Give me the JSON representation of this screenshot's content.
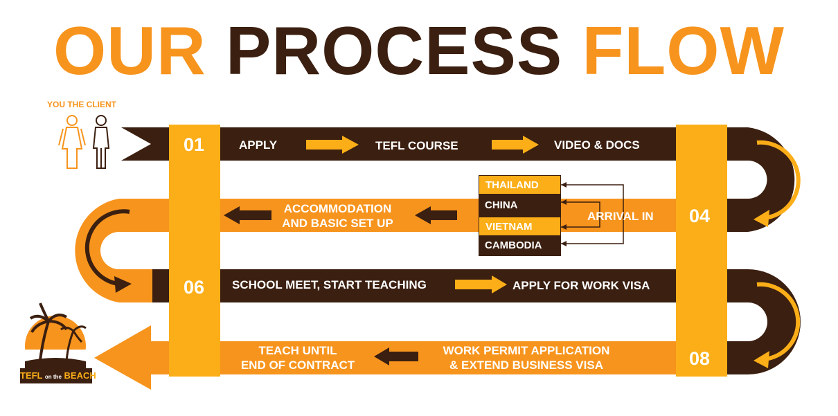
{
  "title": {
    "part1": "OUR",
    "part2": "PROCESS",
    "part3": "FLOW"
  },
  "client_label": "YOU THE CLIENT",
  "steps": {
    "step01": "01",
    "step04": "04",
    "step06": "06",
    "step08": "08"
  },
  "row1": {
    "apply": "APPLY",
    "tefl_course": "TEFL COURSE",
    "video_docs": "VIDEO & DOCS"
  },
  "row2": {
    "accommodation_line1": "ACCOMMODATION",
    "accommodation_line2": "AND BASIC SET UP",
    "arrival": "ARRIVAL IN"
  },
  "countries": [
    "THAILAND",
    "CHINA",
    "VIETNAM",
    "CAMBODIA"
  ],
  "row3": {
    "school_meet": "SCHOOL MEET, START TEACHING",
    "work_visa": "APPLY FOR WORK VISA"
  },
  "row4": {
    "teach_line1": "TEACH UNTIL",
    "teach_line2": "END OF CONTRACT",
    "permit_line1": "WORK PERMIT APPLICATION",
    "permit_line2": "&  EXTEND BUSINESS VISA"
  },
  "logo": {
    "part1": "TEFL",
    "part2": "on the",
    "part3": "BEACH"
  },
  "colors": {
    "brown": "#3b1f10",
    "orange": "#f7941d",
    "yellow": "#fbae17",
    "white": "#ffffff"
  }
}
